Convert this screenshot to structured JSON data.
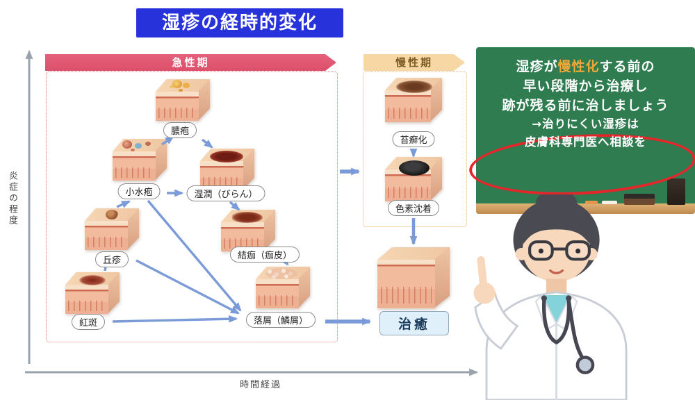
{
  "title": "湿疹の経時的変化",
  "axes": {
    "y": "炎症の程度",
    "x": "時間経過"
  },
  "phases": {
    "acute": "急性期",
    "chronic": "慢性期"
  },
  "stages": [
    {
      "id": "nouhou",
      "label": "膿疱"
    },
    {
      "id": "shousuihou",
      "label": "小水疱"
    },
    {
      "id": "shitsujun",
      "label": "湿潤（びらん）"
    },
    {
      "id": "kyushin",
      "label": "丘疹"
    },
    {
      "id": "kekka",
      "label": "結痂（痂皮）"
    },
    {
      "id": "kouhan",
      "label": "紅斑"
    },
    {
      "id": "rakusetsu",
      "label": "落屑（鱗屑）"
    },
    {
      "id": "taisenka",
      "label": "苔癬化"
    },
    {
      "id": "shikiso",
      "label": "色素沈着"
    },
    {
      "id": "chiyu",
      "label": "治癒"
    }
  ],
  "board": {
    "line1_pre": "湿疹が",
    "line1_highlight": "慢性化",
    "line1_post": "する前の",
    "line2": "早い段階から治療し",
    "line3": "跡が残る前に治しましょう",
    "note_line1": "→治りにくい湿疹は",
    "note_line2": "皮膚科専門医へ相談を"
  },
  "colors": {
    "title_bg": "#2832da",
    "acute_banner": "#dd4f6b",
    "chronic_banner": "#f7d7a4",
    "flow_arrow": "#7b9ad8",
    "board_bg": "#2e7c50",
    "board_highlight": "#f3a73a",
    "note_circle": "#e3262a",
    "heal_tag_bg": "#dff0fa"
  }
}
